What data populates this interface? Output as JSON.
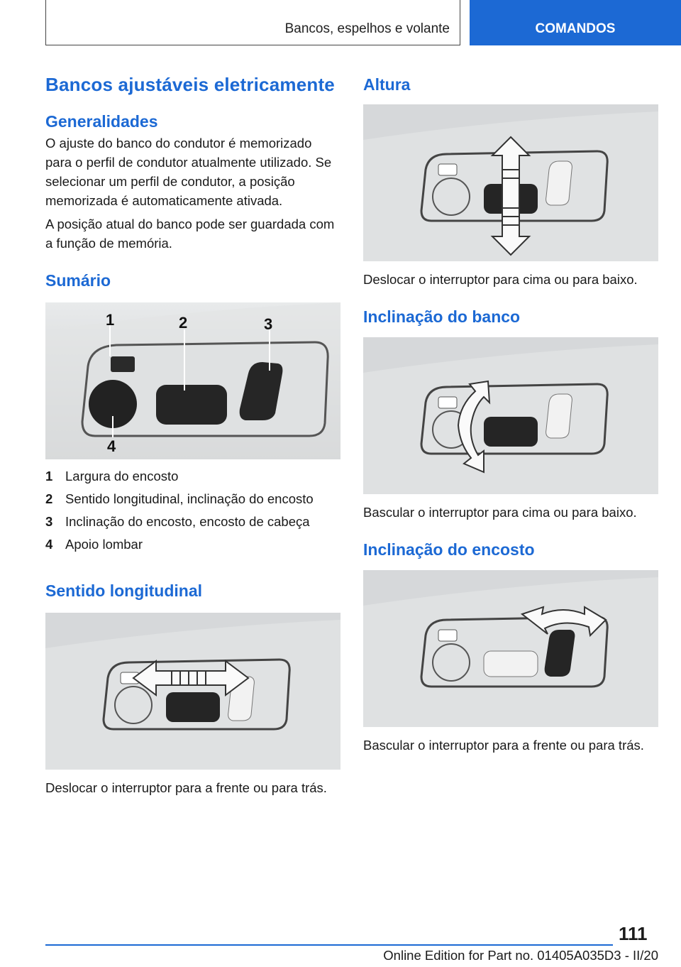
{
  "header": {
    "section": "Bancos, espelhos e volante",
    "tab": "COMANDOS"
  },
  "title": "Bancos ajustáveis eletricamente",
  "generalidades": {
    "heading": "Generalidades",
    "para1": "O ajuste do banco do condutor é memorizado para o perfil de condutor atualmente utilizado. Se selecionar um perfil de condutor, a posição memorizada é automaticamente ativada.",
    "para2": "A posição atual do banco pode ser guardada com a função de memória."
  },
  "sumario": {
    "heading": "Sumário",
    "callouts": [
      "1",
      "2",
      "3",
      "4"
    ],
    "legend": [
      {
        "num": "1",
        "text": "Largura do encosto"
      },
      {
        "num": "2",
        "text": "Sentido longitudinal, inclinação do encosto"
      },
      {
        "num": "3",
        "text": "Inclinação do encosto, encosto de cabeça"
      },
      {
        "num": "4",
        "text": "Apoio lombar"
      }
    ]
  },
  "longitudinal": {
    "heading": "Sentido longitudinal",
    "caption": "Deslocar o interruptor para a frente ou para trás."
  },
  "altura": {
    "heading": "Altura",
    "caption": "Deslocar o interruptor para cima ou para baixo."
  },
  "inclinacao_banco": {
    "heading": "Inclinação do banco",
    "caption": "Bascular o interruptor para cima ou para baixo."
  },
  "inclinacao_encosto": {
    "heading": "Inclinação do encosto",
    "caption": "Bascular o interruptor para a frente ou para trás."
  },
  "footer": {
    "page_number": "111",
    "edition": "Online Edition for Part no. 01405A035D3 - II/20"
  },
  "colors": {
    "accent": "#1c69d4"
  }
}
